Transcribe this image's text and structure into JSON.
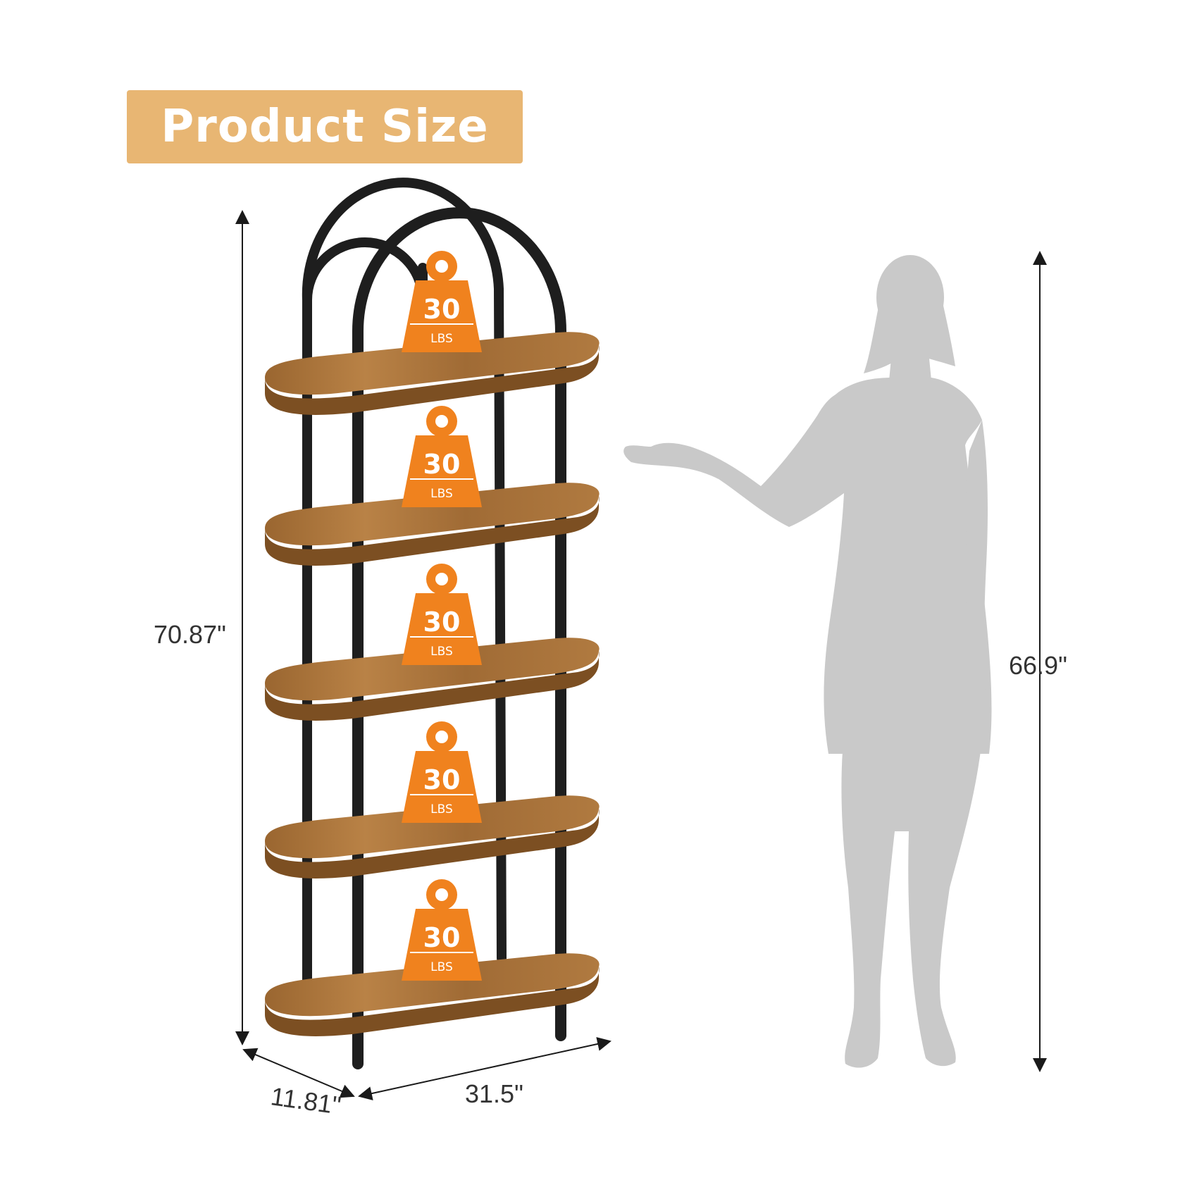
{
  "banner": {
    "title": "Product Size"
  },
  "dimensions": {
    "height": "70.87\"",
    "depth": "11.81\"",
    "width": "31.5\"",
    "person_height": "66.9\""
  },
  "shelves": [
    {
      "weight_value": "30",
      "weight_unit": "LBS"
    },
    {
      "weight_value": "30",
      "weight_unit": "LBS"
    },
    {
      "weight_value": "30",
      "weight_unit": "LBS"
    },
    {
      "weight_value": "30",
      "weight_unit": "LBS"
    },
    {
      "weight_value": "30",
      "weight_unit": "LBS"
    }
  ],
  "colors": {
    "banner": "#e8b673",
    "weight_badge": "#f0821e",
    "frame": "#1e1e1e",
    "wood": "#a8733a",
    "silhouette": "#c9c9c9"
  }
}
